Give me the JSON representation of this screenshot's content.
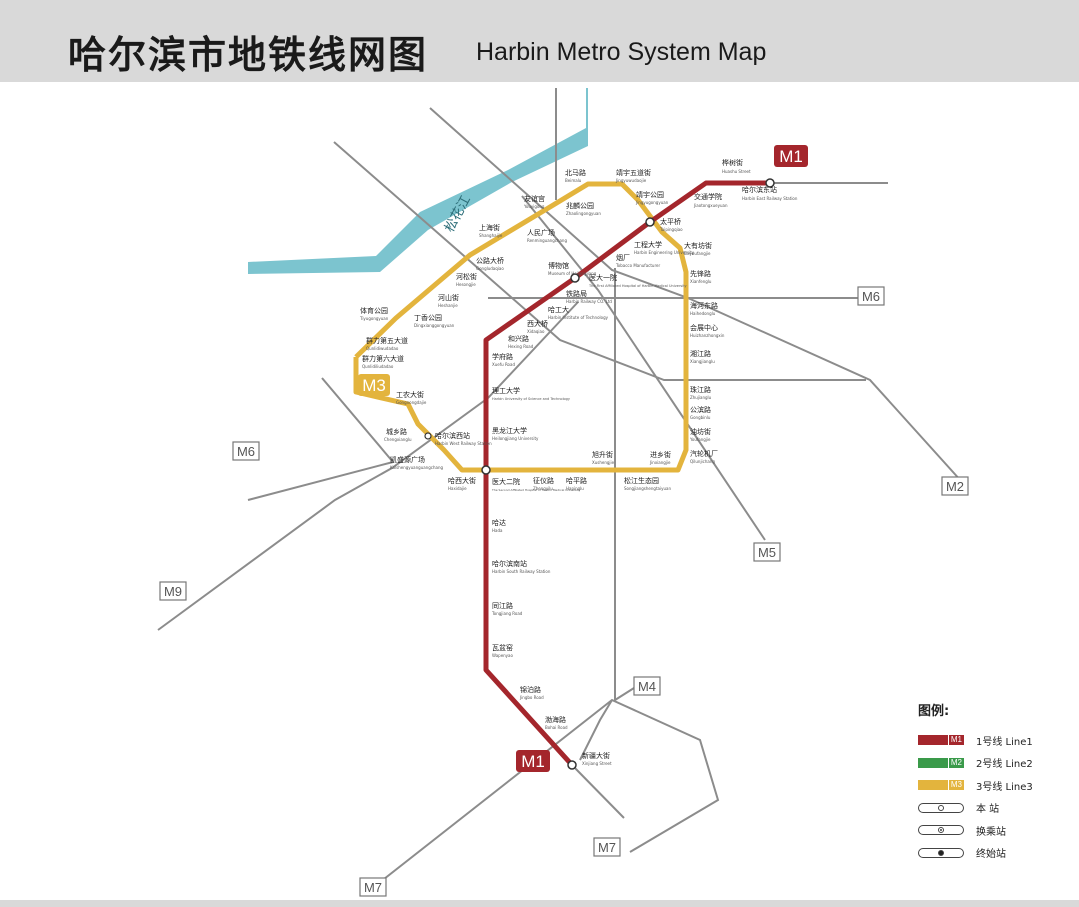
{
  "header": {
    "title_cn": "哈尔滨市地铁线网图",
    "title_en": "Harbin Metro System Map"
  },
  "river": {
    "name": "松花江",
    "color": "#7cc4cf"
  },
  "colors": {
    "line1": "#a4262c",
    "line2": "#3a9a4a",
    "line3": "#e3b43d",
    "planned": "#8c8c8c",
    "station_border": "#333333"
  },
  "line_badges": [
    {
      "id": "M1",
      "label": "M1",
      "style": "line1"
    },
    {
      "id": "M1",
      "label": "M1",
      "style": "line1"
    },
    {
      "id": "M3",
      "label": "M3",
      "style": "line3"
    },
    {
      "id": "M6",
      "label": "M6",
      "style": "planned"
    },
    {
      "id": "M6",
      "label": "M6",
      "style": "planned"
    },
    {
      "id": "M2",
      "label": "M2",
      "style": "planned"
    },
    {
      "id": "M5",
      "label": "M5",
      "style": "planned"
    },
    {
      "id": "M9",
      "label": "M9",
      "style": "planned"
    },
    {
      "id": "M4",
      "label": "M4",
      "style": "planned"
    },
    {
      "id": "M7",
      "label": "M7",
      "style": "planned"
    },
    {
      "id": "M7",
      "label": "M7",
      "style": "planned"
    }
  ],
  "stations": [
    {
      "cn": "哈尔滨东站",
      "en": "Harbin East Railway Station"
    },
    {
      "cn": "桦树街",
      "en": "Huashu Street"
    },
    {
      "cn": "交通学院",
      "en": "Jiaotongxueyuan"
    },
    {
      "cn": "太平桥",
      "en": "Taipingqiao"
    },
    {
      "cn": "工程大学",
      "en": "Harbin Engineering University"
    },
    {
      "cn": "烟厂",
      "en": "Tobacco Manufacturer"
    },
    {
      "cn": "医大一院",
      "en": "The First Affiliated Hospital of Harbin Medical University"
    },
    {
      "cn": "博物馆",
      "en": "Museum of Heilongjiang"
    },
    {
      "cn": "铁路局",
      "en": "Harbin Railway CO. Ltd"
    },
    {
      "cn": "哈工大",
      "en": "Harbin Institute of Technology"
    },
    {
      "cn": "西大桥",
      "en": "Xidaqiao"
    },
    {
      "cn": "和兴路",
      "en": "Hexing Road"
    },
    {
      "cn": "学府路",
      "en": "Xuefu Road"
    },
    {
      "cn": "理工大学",
      "en": "Harbin University of Science and Technology"
    },
    {
      "cn": "黑龙江大学",
      "en": "Heilongjiang University"
    },
    {
      "cn": "医大二院",
      "en": "The Second Affiliated Hospital of Harbin Medical University"
    },
    {
      "cn": "哈达",
      "en": "Hada"
    },
    {
      "cn": "哈尔滨南站",
      "en": "Harbin South Railway Station"
    },
    {
      "cn": "同江路",
      "en": "Tongjiang Road"
    },
    {
      "cn": "瓦盆窑",
      "en": "Wapenyao"
    },
    {
      "cn": "锦泊路",
      "en": "Jingbo Road"
    },
    {
      "cn": "渤海路",
      "en": "Bohai Road"
    },
    {
      "cn": "新疆大街",
      "en": "Xinjiang Street"
    },
    {
      "cn": "北马路",
      "en": "Beimalu"
    },
    {
      "cn": "靖宇五道街",
      "en": "Jingyuwudaojie"
    },
    {
      "cn": "靖宇公园",
      "en": "Jingyugongyuan"
    },
    {
      "cn": "友谊宫",
      "en": "Youyigong"
    },
    {
      "cn": "兆麟公园",
      "en": "Zhaolingongyuan"
    },
    {
      "cn": "人民广场",
      "en": "Renminguangchang"
    },
    {
      "cn": "上海街",
      "en": "Shanghaijie"
    },
    {
      "cn": "公路大桥",
      "en": "Gongludaqiao"
    },
    {
      "cn": "河松街",
      "en": "Hesongjie"
    },
    {
      "cn": "河山街",
      "en": "Heshanjie"
    },
    {
      "cn": "体育公园",
      "en": "Tiyugongyuan"
    },
    {
      "cn": "丁香公园",
      "en": "Dingxianggongyuan"
    },
    {
      "cn": "群力第五大道",
      "en": "Qunlidiwudadao"
    },
    {
      "cn": "群力第六大道",
      "en": "Qunlidiliudadao"
    },
    {
      "cn": "工农大街",
      "en": "Gongnongdajie"
    },
    {
      "cn": "城乡路",
      "en": "Chengxianglu"
    },
    {
      "cn": "哈尔滨西站",
      "en": "Harbin West Railway Station"
    },
    {
      "cn": "凯盛源广场",
      "en": "Kaishengyuanguangchang"
    },
    {
      "cn": "哈西大街",
      "en": "Haxidajie"
    },
    {
      "cn": "征仪路",
      "en": "Zhengyilu"
    },
    {
      "cn": "哈平路",
      "en": "Hapinglu"
    },
    {
      "cn": "旭升街",
      "en": "Xushengjie"
    },
    {
      "cn": "进乡街",
      "en": "Jinxiangjie"
    },
    {
      "cn": "松江生态园",
      "en": "Songjiangshengtaiyuan"
    },
    {
      "cn": "大有坊街",
      "en": "Dayoufangjie"
    },
    {
      "cn": "先锋路",
      "en": "Xianfenglu"
    },
    {
      "cn": "海河东路",
      "en": "Haihedonglu"
    },
    {
      "cn": "会展中心",
      "en": "Huizhanzhongxin"
    },
    {
      "cn": "湘江路",
      "en": "Xiangjianglu"
    },
    {
      "cn": "珠江路",
      "en": "Zhujianglu"
    },
    {
      "cn": "公滨路",
      "en": "Gongbinlu"
    },
    {
      "cn": "油坊街",
      "en": "Youfangjie"
    },
    {
      "cn": "汽轮机厂",
      "en": "Qilunjichang"
    }
  ],
  "legend": {
    "title": "图例:",
    "lines": [
      {
        "tag": "M1",
        "label": "1号线  Line1",
        "color": "#a4262c"
      },
      {
        "tag": "M2",
        "label": "2号线  Line2",
        "color": "#3a9a4a"
      },
      {
        "tag": "M3",
        "label": "3号线  Line3",
        "color": "#e3b43d"
      }
    ],
    "symbols": [
      {
        "kind": "normal",
        "label": "本  站"
      },
      {
        "kind": "transfer",
        "label": "换乘站"
      },
      {
        "kind": "terminal",
        "label": "终始站"
      }
    ]
  }
}
